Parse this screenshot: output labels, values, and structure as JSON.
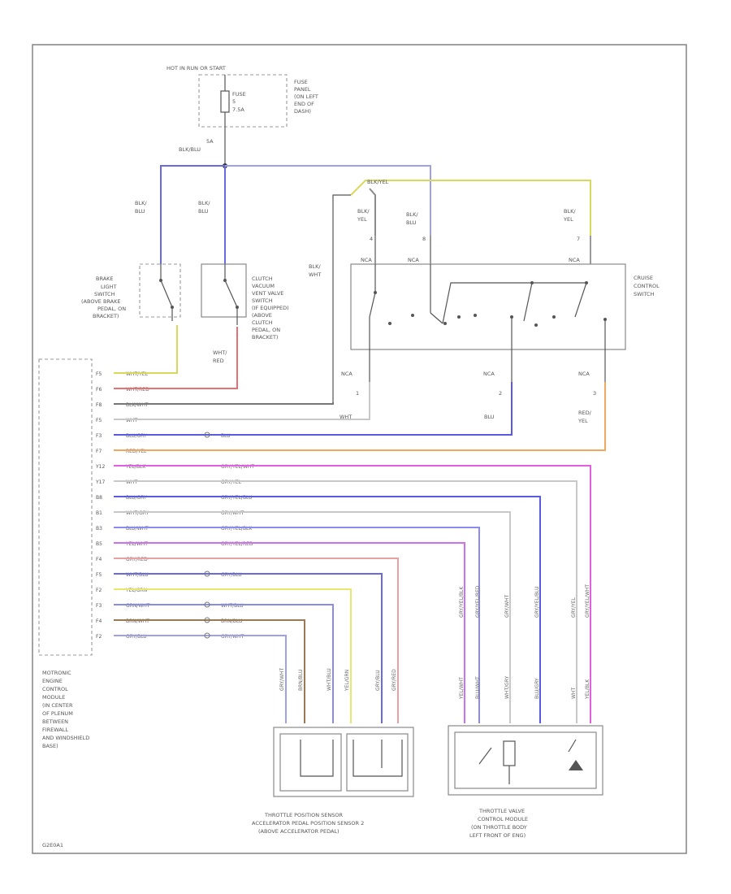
{
  "colors": {
    "blu": "#5a5ae0",
    "yel": "#d8d85a",
    "red": "#e87070",
    "gray": "#a0a0a0",
    "dark": "#555555",
    "org": "#f0a860",
    "mag": "#e060e0",
    "brn": "#9a7a55",
    "grn": "#9ad27a"
  },
  "fuse": {
    "top": "HOT IN RUN OR START",
    "label": [
      "FUSE",
      "5",
      "7.5A"
    ],
    "location": [
      "FUSE",
      "PANEL",
      "(ON LEFT",
      "END OF",
      "DASH)"
    ],
    "splice": "5A",
    "splice_wire": "BLK/BLU"
  },
  "brake_light_switch": {
    "label": [
      "BRAKE",
      "LIGHT",
      "SWITCH",
      "(ABOVE BRAKE",
      "PEDAL, ON",
      "BRACKET)"
    ],
    "wire": [
      "BLK/",
      "BLU"
    ]
  },
  "clutch_switch": {
    "label": [
      "CLUTCH",
      "VACUUM",
      "VENT VALVE",
      "SWITCH",
      "(IF EQUIPPED)",
      "(ABOVE",
      "CLUTCH",
      "PEDAL, ON",
      "BRACKET)"
    ],
    "wire_in": [
      "BLK/",
      "BLU"
    ],
    "wire_out": [
      "WHT/",
      "RED"
    ]
  },
  "cruise_switch": {
    "label": [
      "CRUISE",
      "CONTROL",
      "SWITCH"
    ],
    "top_wire": "BLK/YEL",
    "left_wire": [
      "BLK/",
      "WHT"
    ],
    "pin4": [
      "BLK/",
      "YEL",
      "4"
    ],
    "pin8": [
      "BLK/",
      "BLU",
      "8"
    ],
    "pin7": [
      "BLK/",
      "YEL",
      "7"
    ],
    "nca": "NCA",
    "pin1": [
      "NCA",
      "1"
    ],
    "pin2": [
      "NCA",
      "2"
    ],
    "pin3": [
      "NCA",
      "3"
    ],
    "wire1": "WHT",
    "wire2": "BLU",
    "wire3": [
      "RED/",
      "YEL"
    ]
  },
  "ecm": {
    "label": [
      "MOTRONIC",
      "ENGINE",
      "CONTROL",
      "MODULE",
      "(IN CENTER",
      "OF PLENUM",
      "BETWEEN",
      "FIREWALL",
      "AND WINDSHIELD",
      "BASE)"
    ],
    "rows": [
      {
        "pin": "F5",
        "wire": "WHT/YEL",
        "dest": ""
      },
      {
        "pin": "F6",
        "wire": "WHT/RED",
        "dest": ""
      },
      {
        "pin": "F8",
        "wire": "BLK/WHT",
        "dest": ""
      },
      {
        "pin": "F5",
        "wire": "WHT",
        "dest": ""
      },
      {
        "pin": "F3",
        "wire": "BLU/GRY",
        "dest": "BLU"
      },
      {
        "pin": "F7",
        "wire": "RED/YEL",
        "dest": ""
      },
      {
        "pin": "Y12",
        "wire": "YEL/BLK",
        "dest": "GRY/YEL/WHT"
      },
      {
        "pin": "Y17",
        "wire": "WHT",
        "dest": "GRY/YEL"
      },
      {
        "pin": "B8",
        "wire": "BLU/GRY",
        "dest": "GRY/YEL/BLU"
      },
      {
        "pin": "B1",
        "wire": "WHT/GRY",
        "dest": "GRY/WHT"
      },
      {
        "pin": "B3",
        "wire": "BLU/WHT",
        "dest": "GRY/YEL/BLK"
      },
      {
        "pin": "B5",
        "wire": "YEL/WHT",
        "dest": "GRY/YEL/RED"
      },
      {
        "pin": "F4",
        "wire": "GRY/RED",
        "dest": ""
      },
      {
        "pin": "F5",
        "wire": "WHT/BLU",
        "dest": "GRY/BLU"
      },
      {
        "pin": "F2",
        "wire": "YEL/GRN",
        "dest": ""
      },
      {
        "pin": "F3",
        "wire": "GRN/WHT",
        "dest": "WHT/BLU"
      },
      {
        "pin": "F4",
        "wire": "BRN/WHT",
        "dest": "BRN/BLU"
      },
      {
        "pin": "F2",
        "wire": "GRY/BLU",
        "dest": "GRY/WHT"
      }
    ]
  },
  "tps": {
    "label": [
      "THROTTLE POSITION SENSOR",
      "ACCELERATOR PEDAL POSITION SENSOR 2",
      "(ABOVE ACCELERATOR PEDAL)"
    ],
    "wires": [
      "GRY/WHT",
      "BRN/BLU",
      "WHT/BLU",
      "YEL/GRN",
      "GRY/BLU",
      "GRY/RED"
    ]
  },
  "tvcm": {
    "label": [
      "THROTTLE VALVE",
      "CONTROL MODULE",
      "(ON THROTTLE BODY",
      "LEFT FRONT OF ENG)"
    ],
    "top_wires": [
      "GRY/YEL/BLK",
      "GRY/YEL/RED",
      "GRY/WHT",
      "GRY/YEL/BLU",
      "GRY/YEL",
      "GRY/YEL/WHT"
    ],
    "bottom_wires": [
      "YEL/WHT",
      "BLU/WHT",
      "WHT/GRY",
      "BLU/GRY",
      "WHT",
      "YEL/BLK"
    ]
  },
  "footer": "G2E0A1"
}
